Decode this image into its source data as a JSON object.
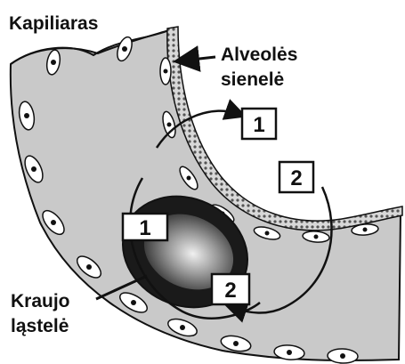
{
  "labels": {
    "capillary": "Kapiliaras",
    "alveolar_wall_line1": "Alveolės",
    "alveolar_wall_line2": "sienelė",
    "blood_cell_line1": "Kraujo",
    "blood_cell_line2": "ląstelė"
  },
  "steps": [
    {
      "number": "1"
    },
    {
      "number": "2"
    },
    {
      "number": "1"
    },
    {
      "number": "2"
    }
  ],
  "colors": {
    "capillary_tissue": "#c9c9c9",
    "outline": "#111111",
    "alveolar_wall": "#b8b8b8",
    "cell_dark": "#1a1a1a",
    "background": "#ffffff"
  }
}
